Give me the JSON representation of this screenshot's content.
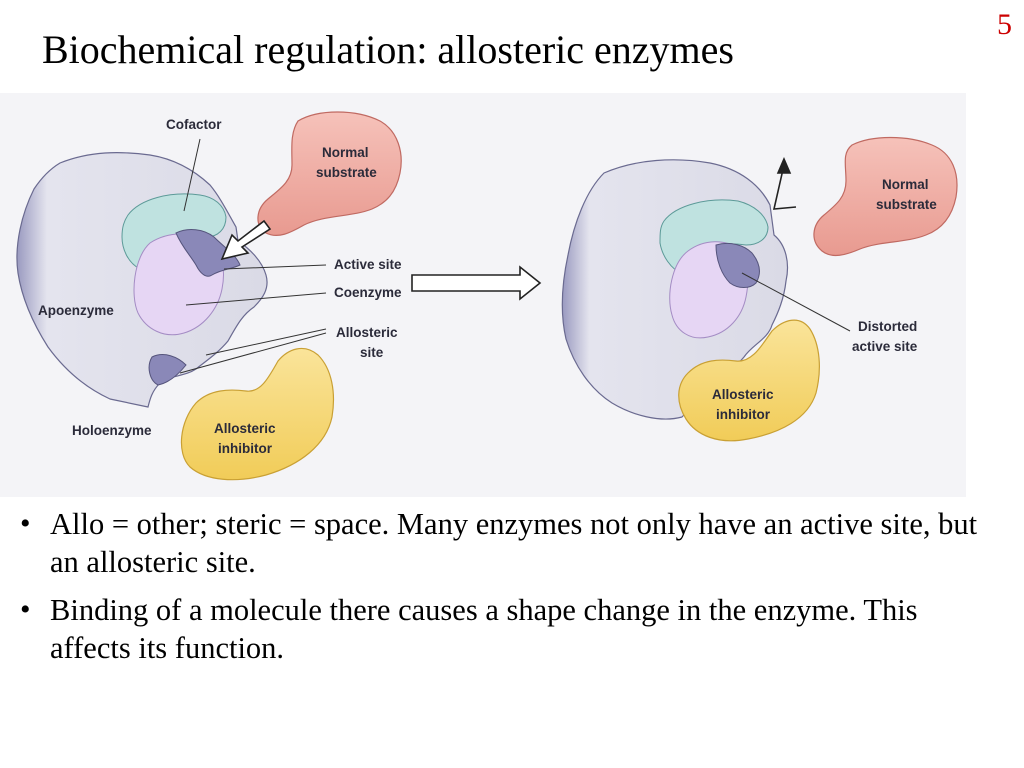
{
  "slide": {
    "number": "5",
    "title": "Biochemical regulation: allosteric enzymes"
  },
  "figure": {
    "labels": {
      "cofactor": "Cofactor",
      "normal_substrate_left_1": "Normal",
      "normal_substrate_left_2": "substrate",
      "active_site": "Active site",
      "coenzyme": "Coenzyme",
      "apoenzyme": "Apoenzyme",
      "allosteric_site_1": "Allosteric",
      "allosteric_site_2": "site",
      "holoenzyme": "Holoenzyme",
      "allosteric_inhibitor_left_1": "Allosteric",
      "allosteric_inhibitor_left_2": "inhibitor",
      "normal_substrate_right_1": "Normal",
      "normal_substrate_right_2": "substrate",
      "distorted_active_site_1": "Distorted",
      "distorted_active_site_2": "active site",
      "allosteric_inhibitor_right_1": "Allosteric",
      "allosteric_inhibitor_right_2": "inhibitor"
    },
    "colors": {
      "enzyme": "#dcdce8",
      "enzyme_shadow": "#8e8eb0",
      "cofactor": "#bfe2e0",
      "coenzyme": "#e6d6f4",
      "active_site": "#8a88b8",
      "substrate": "#f2b6ae",
      "inhibitor": "#f8dc7a"
    }
  },
  "bullets": [
    "Allo = other; steric = space. Many enzymes not only have an active site, but an allosteric site.",
    "Binding of a molecule there causes a shape change in the enzyme.  This affects its function."
  ],
  "bullet_symbol": "•"
}
